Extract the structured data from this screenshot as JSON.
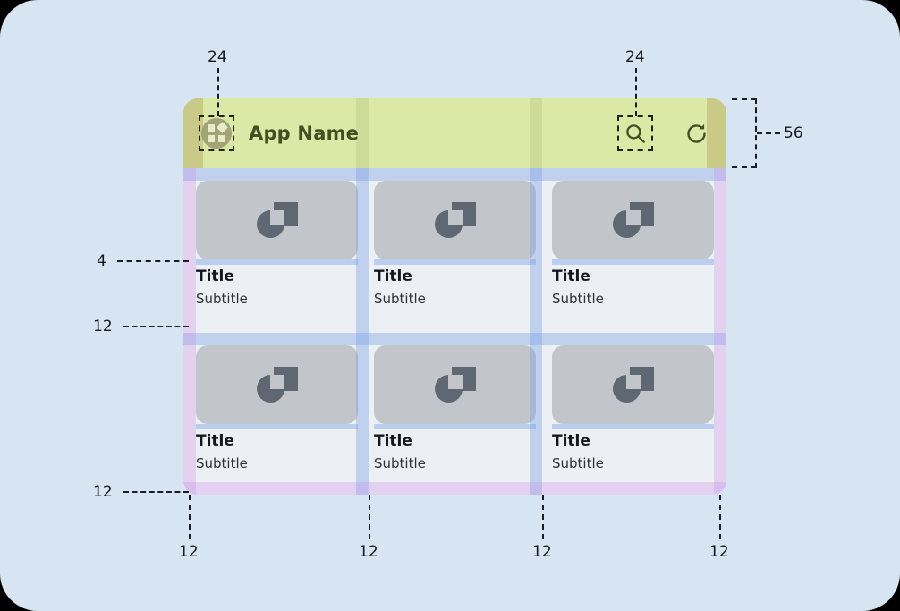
{
  "canvas": {
    "background": "#d7e5f2"
  },
  "appbar": {
    "title": "App Name",
    "height_label": "56",
    "menu_icon": "app-grid-icon",
    "search_icon": "search-icon",
    "refresh_icon": "refresh-icon",
    "bar_color": "#dbe8a6",
    "title_color": "#454e22"
  },
  "annotations": {
    "touch_target_left": "24",
    "touch_target_right": "24",
    "appbar_height": "56",
    "title_spacing": "4",
    "row_gap": "12",
    "bottom_gap": "12",
    "col_left_pad": "12",
    "col_gap_1": "12",
    "col_gap_2": "12",
    "col_right_pad": "12"
  },
  "cards": [
    {
      "title": "Title",
      "subtitle": "Subtitle"
    },
    {
      "title": "Title",
      "subtitle": "Subtitle"
    },
    {
      "title": "Title",
      "subtitle": "Subtitle"
    },
    {
      "title": "Title",
      "subtitle": "Subtitle"
    },
    {
      "title": "Title",
      "subtitle": "Subtitle"
    },
    {
      "title": "Title",
      "subtitle": "Subtitle"
    }
  ],
  "colors": {
    "gap_overlay": "#78a0e6",
    "padding_overlay": "#c580e8",
    "image_placeholder": "#c2c6cb",
    "card_surface": "#eceff3"
  }
}
